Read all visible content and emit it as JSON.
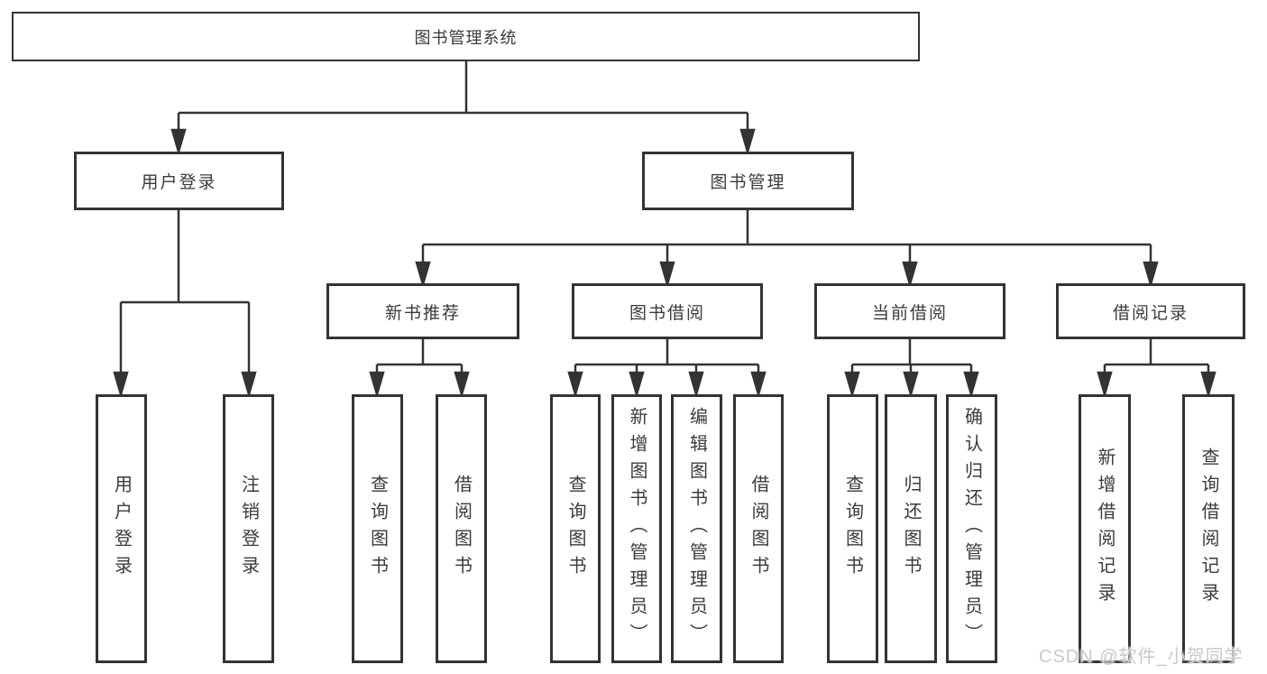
{
  "tree": {
    "root": "图书管理系统",
    "level2": [
      {
        "label": "用户登录",
        "children": [
          "用户登录",
          "注销登录"
        ]
      },
      {
        "label": "图书管理",
        "groups": [
          {
            "label": "新书推荐",
            "children": [
              "查询图书",
              "借阅图书"
            ]
          },
          {
            "label": "图书借阅",
            "children": [
              "查询图书",
              "新增图书（管理员）",
              "编辑图书（管理员）",
              "借阅图书"
            ]
          },
          {
            "label": "当前借阅",
            "children": [
              "查询图书",
              "归还图书",
              "确认归还（管理员）"
            ]
          },
          {
            "label": "借阅记录",
            "children": [
              "新增借阅记录",
              "查询借阅记录"
            ]
          }
        ]
      }
    ]
  },
  "watermark": "CSDN @软件_小贺同学",
  "colors": {
    "line": "#333333",
    "box_border": "#333333",
    "text": "#3b3b3b",
    "watermark": "#c9c9c9",
    "background": "#ffffff"
  }
}
